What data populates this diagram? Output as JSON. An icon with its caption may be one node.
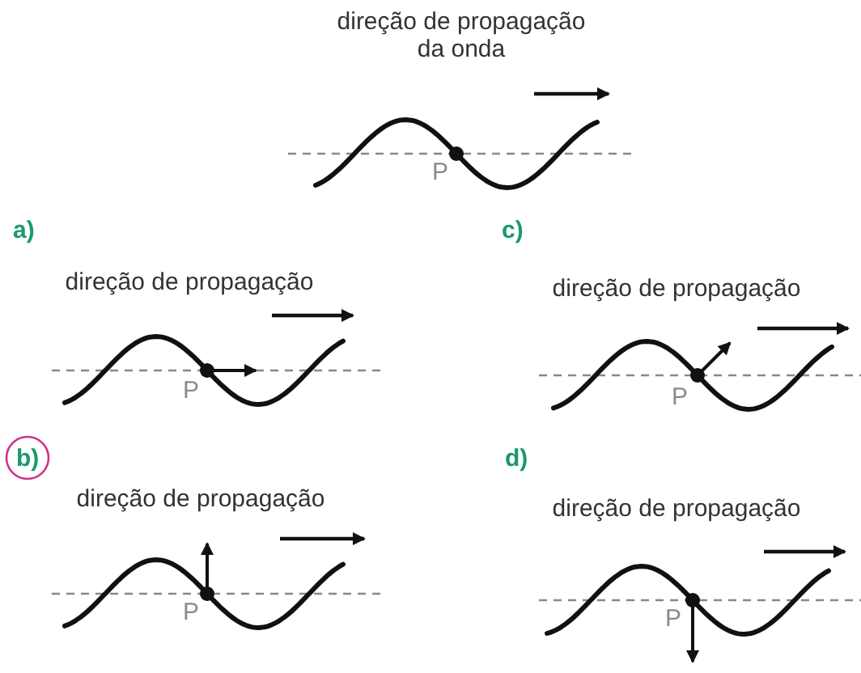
{
  "diagram": {
    "labels": [
      "direção de propagação da onda",
      "P",
      "a)",
      "c)",
      "direção de propagação",
      "direção de propagação",
      "P",
      "P",
      "b)",
      "d)",
      "direção de propagação",
      "direção de propagação",
      "P",
      "P"
    ]
  }
}
